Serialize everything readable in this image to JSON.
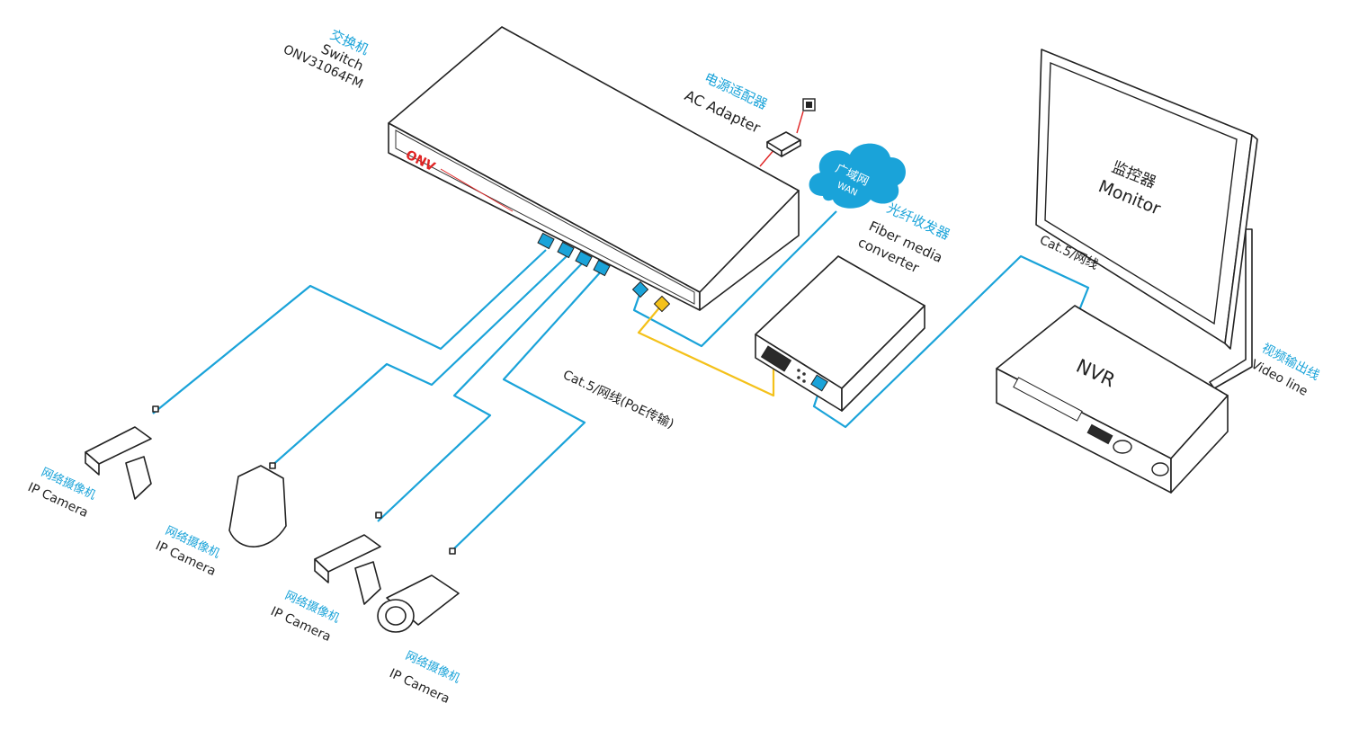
{
  "switch": {
    "label_cn": "交换机",
    "label_en": "Switch",
    "model": "ONV31064FM",
    "brand": "ONV"
  },
  "adapter": {
    "label_cn": "电源适配器",
    "label_en": "AC Adapter"
  },
  "wan": {
    "label_cn": "广域网",
    "label_en": "WAN"
  },
  "fiber": {
    "label_cn": "光纤收发器",
    "label_en_1": "Fiber media",
    "label_en_2": "converter"
  },
  "monitor": {
    "label_cn": "监控器",
    "label_en": "Monitor"
  },
  "nvr": {
    "label": "NVR"
  },
  "cable_top": {
    "label": "Cat.5/网线"
  },
  "cable_poe": {
    "label": "Cat.5/网线(PoE传输)"
  },
  "video_line": {
    "label_cn": "视频输出线",
    "label_en": "Video line"
  },
  "cameras": [
    {
      "label_cn": "网络摄像机",
      "label_en": "IP Camera"
    },
    {
      "label_cn": "网络摄像机",
      "label_en": "IP Camera"
    },
    {
      "label_cn": "网络摄像机",
      "label_en": "IP Camera"
    },
    {
      "label_cn": "网络摄像机",
      "label_en": "IP Camera"
    }
  ],
  "colors": {
    "accent": "#1aa3d9",
    "fiber_cable": "#f4c11a",
    "power_cable": "#e02424",
    "brand": "#e02424",
    "line": "#222222"
  }
}
